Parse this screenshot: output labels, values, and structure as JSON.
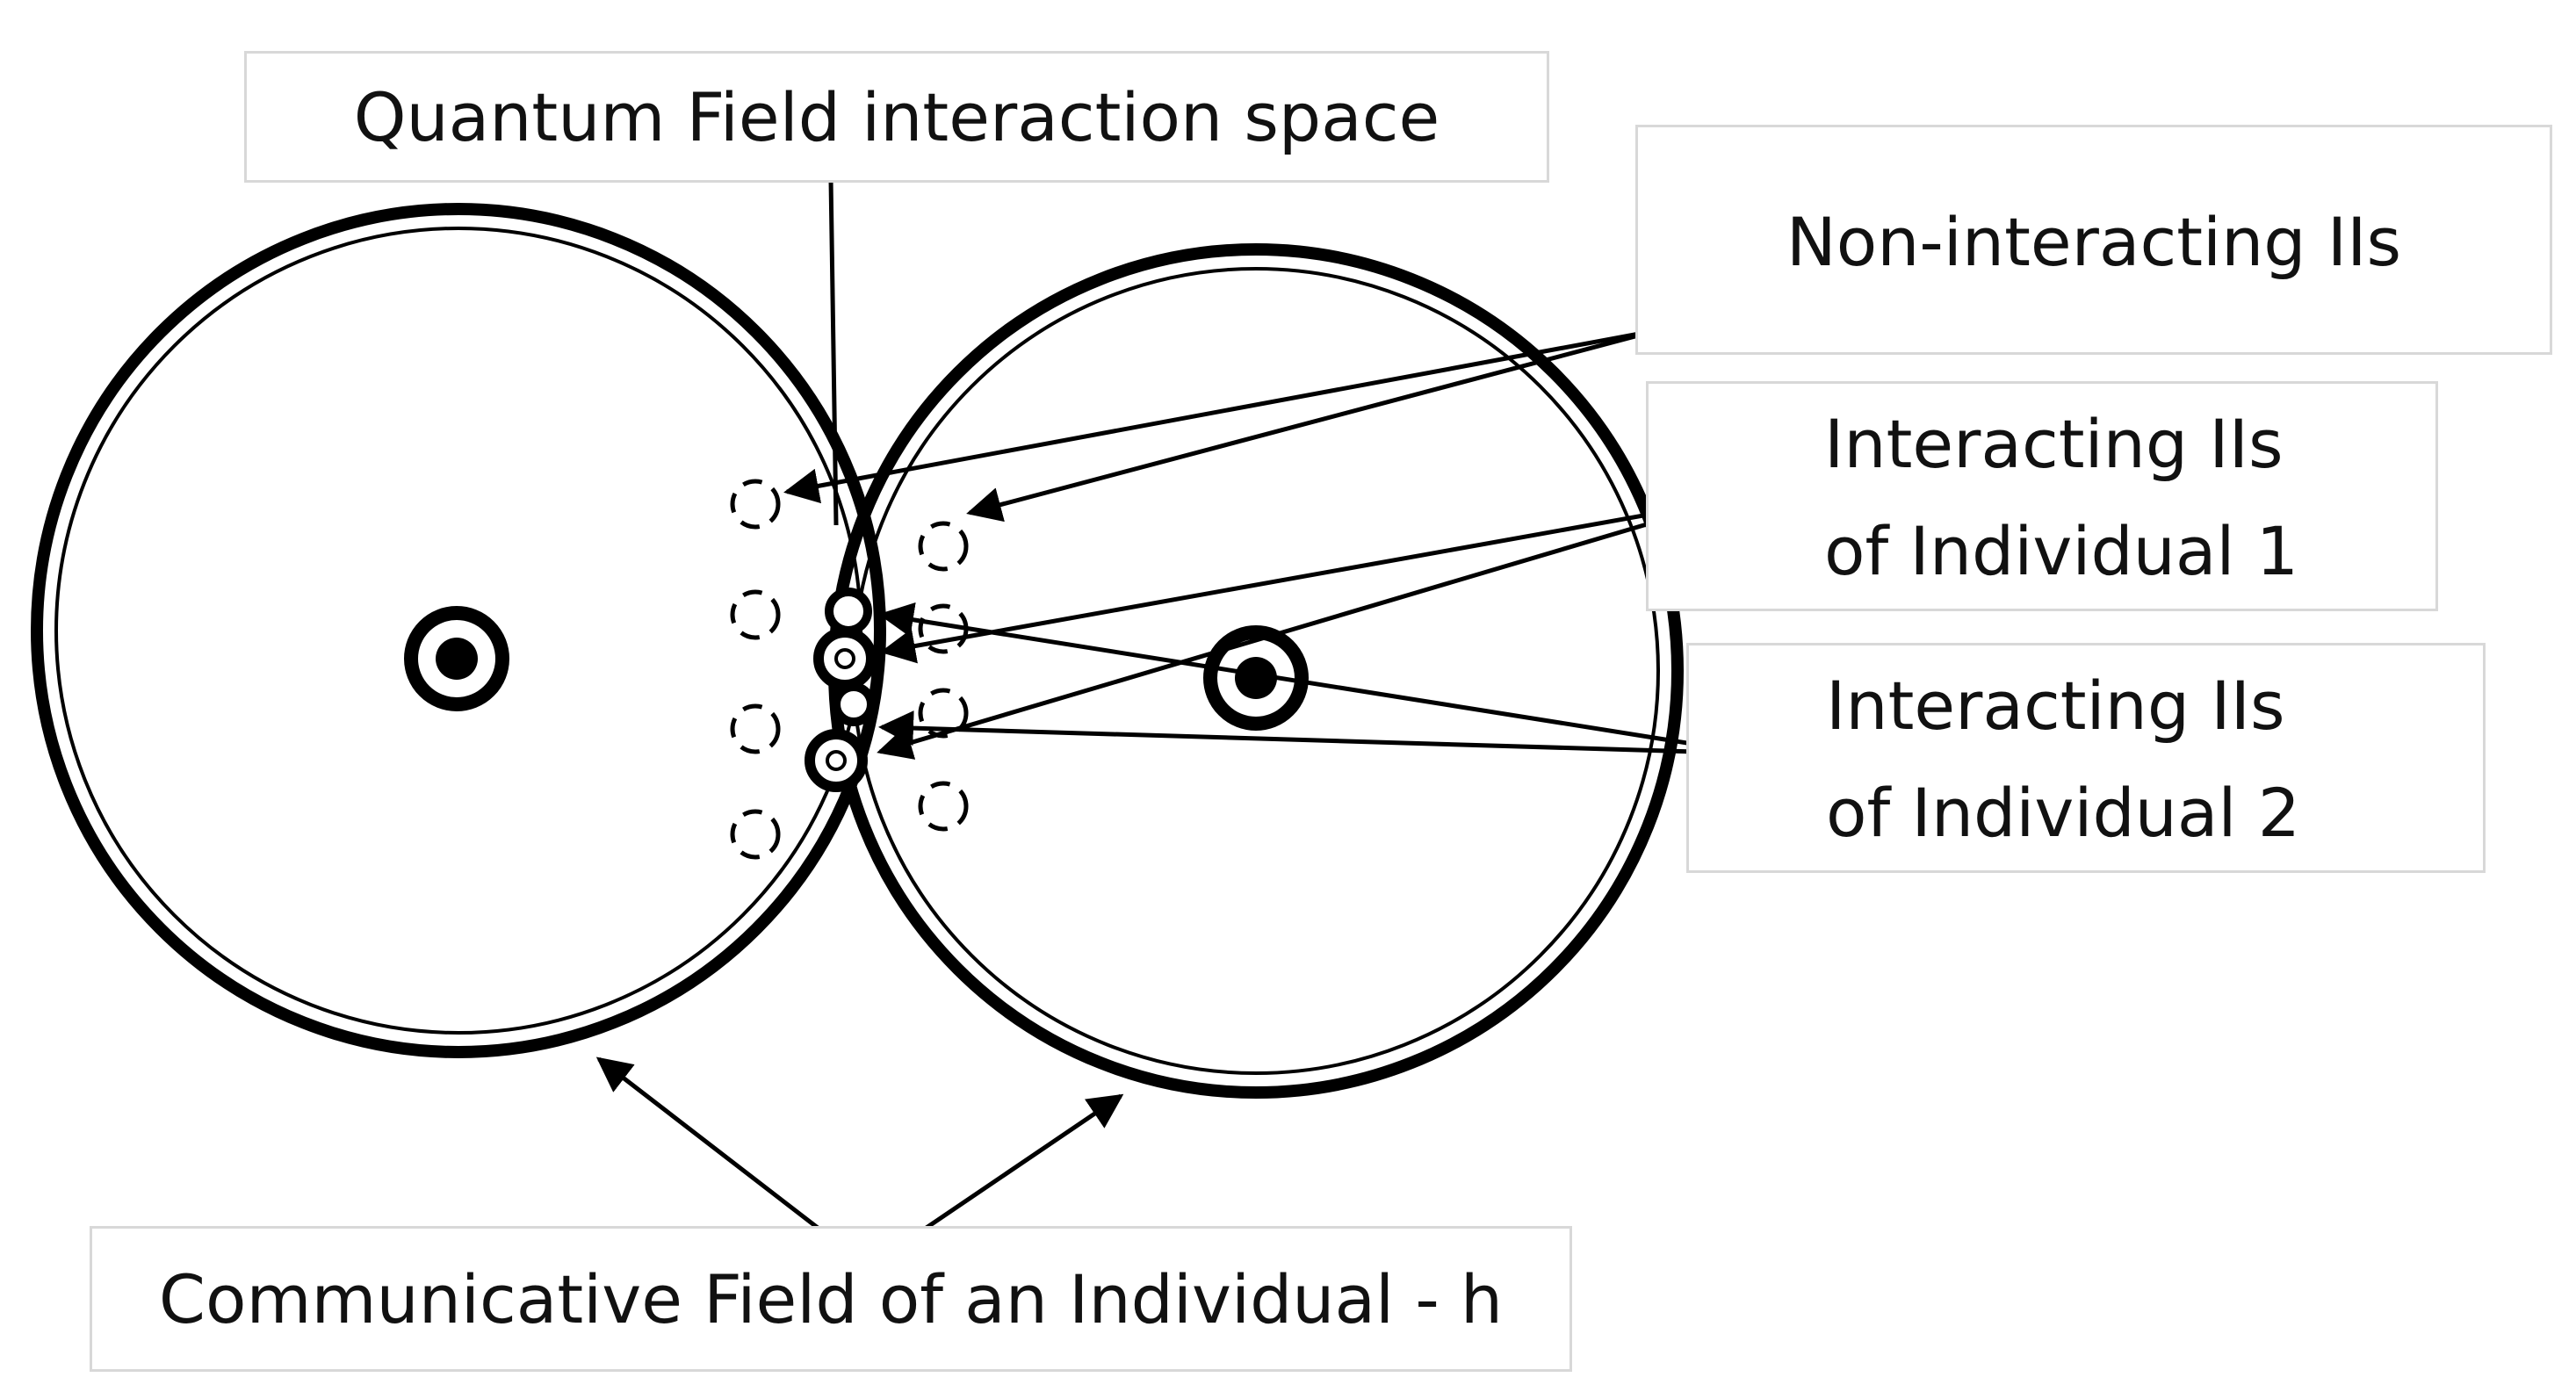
{
  "diagram": {
    "labels": {
      "quantum_field": "Quantum Field interaction space",
      "non_interacting": "Non-interacting IIs",
      "interacting_ind1": [
        "Interacting IIs",
        "of Individual 1"
      ],
      "interacting_ind2": [
        "Interacting IIs",
        "of Individual 2"
      ],
      "communicative_field": "Communicative Field of an Individual - h"
    },
    "colors": {
      "ink": "#000000",
      "box_border": "#d8d8d8",
      "background": "#ffffff"
    }
  }
}
